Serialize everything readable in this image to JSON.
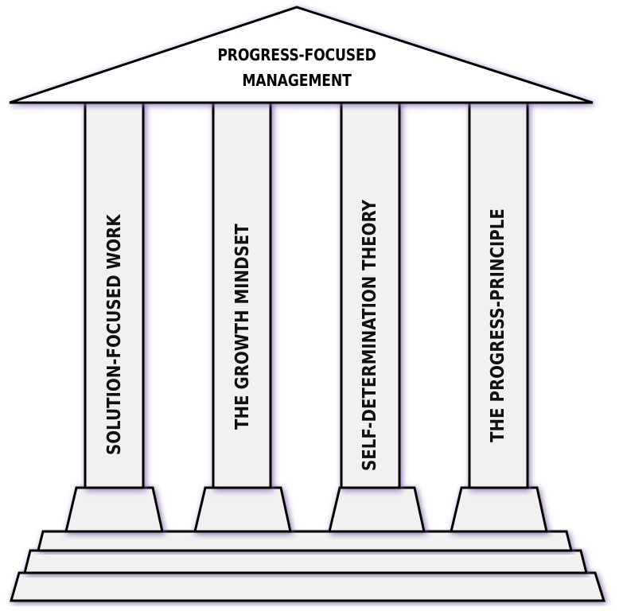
{
  "diagram": {
    "type": "temple-pillars",
    "roof": {
      "title_line1": "PROGRESS-FOCUSED",
      "title_line2": "MANAGEMENT",
      "title": "PROGRESS-FOCUSED MANAGEMENT"
    },
    "pillars": [
      {
        "label": "SOLUTION-FOCUSED WORK"
      },
      {
        "label": "THE GROWTH MINDSET"
      },
      {
        "label": "SELF-DETERMINATION THEORY"
      },
      {
        "label": "THE PROGRESS-PRINCIPLE"
      }
    ],
    "steps_count": 3
  },
  "colors": {
    "roof_fill": "#ffffff",
    "pillar_fill": "#f1f1f1",
    "outline": "#000000",
    "glow": "#7b5ea7",
    "background": "#ffffff"
  }
}
